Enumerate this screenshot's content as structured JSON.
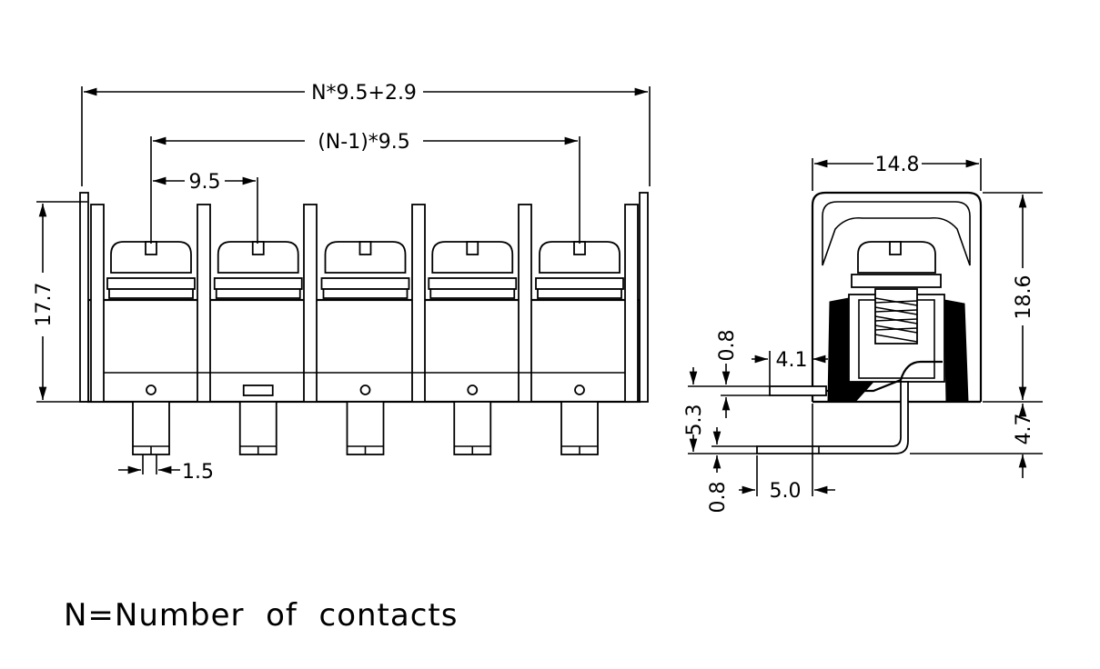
{
  "dimensions": {
    "overall_length": "N*9.5+2.9",
    "outer_pitch_span": "(N-1)*9.5",
    "pitch": "9.5",
    "height_front": "17.7",
    "pin_width": "1.5",
    "side_width": "14.8",
    "side_height": "18.6",
    "pin_offset_upper": "4.1",
    "pin_thickness_upper": "0.8",
    "pin_spacing_vertical": "5.3",
    "pin_thickness_lower": "0.8",
    "pin_offset_lower": "5.0",
    "pin_below_body": "4.7"
  },
  "note": "N=Number  of  contacts",
  "front_view": {
    "contact_count": 5
  }
}
